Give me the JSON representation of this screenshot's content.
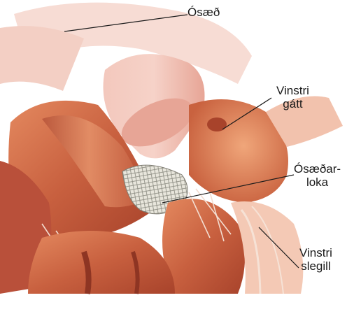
{
  "labels": {
    "aorta": "Ósæð",
    "left_atrium": [
      "Vinstri",
      "gátt"
    ],
    "aortic_valve": [
      "Ósæðar-",
      "loka"
    ],
    "left_ventricle": [
      "Vinstri",
      "slegill"
    ]
  },
  "colors": {
    "background": "#ffffff",
    "muscle": "#c8603f",
    "muscle_light": "#e9a37f",
    "aorta_pink": "#f0b8ad",
    "valve_stent": "#d9d9cf",
    "leader_line": "#1a1a1a"
  }
}
